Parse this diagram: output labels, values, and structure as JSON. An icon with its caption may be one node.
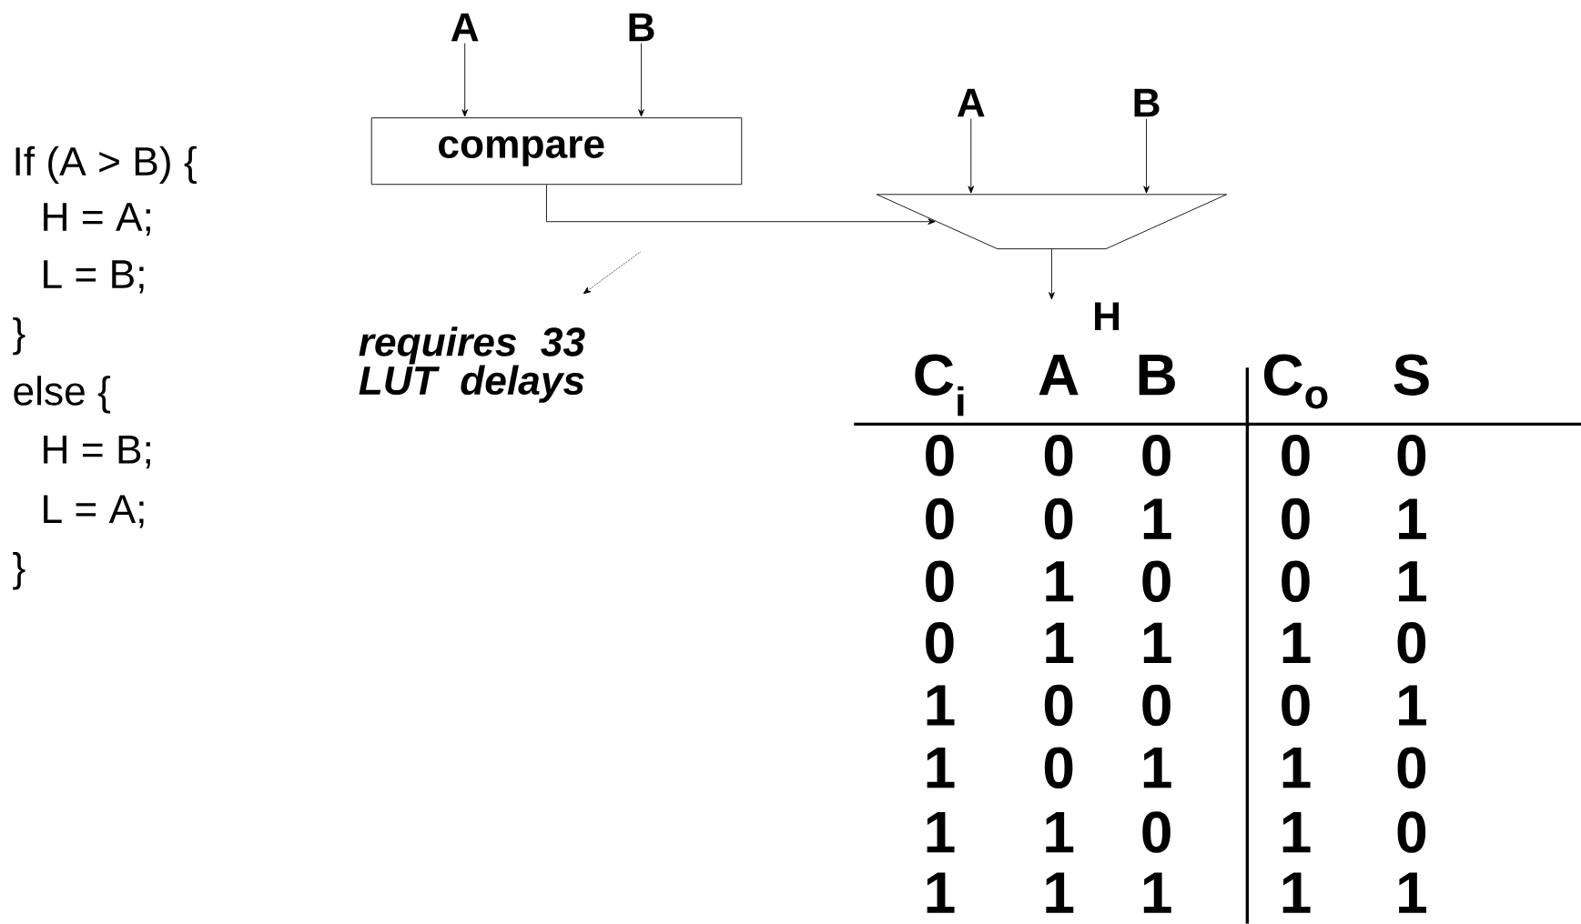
{
  "diagram": {
    "nodes": [
      {
        "text": [
          "A"
        ]
      },
      {
        "text": [
          "B"
        ]
      },
      {
        "text": [
          "compare"
        ]
      },
      {
        "text": [
          "A"
        ]
      },
      {
        "text": [
          "B"
        ]
      },
      {
        "text": [],
        "shape": "trapezoid"
      },
      {
        "text": [
          "H"
        ]
      },
      {
        "text": [
          "requires 33 LUT delays"
        ]
      }
    ],
    "edges": [
      {
        "from": 0,
        "to": 2,
        "arrow": "to"
      },
      {
        "from": 1,
        "to": 2,
        "arrow": "to"
      },
      {
        "from": 2,
        "to": 5,
        "arrow": "to"
      },
      {
        "from": 3,
        "to": 5,
        "arrow": "to"
      },
      {
        "from": 4,
        "to": 5,
        "arrow": "to"
      },
      {
        "from": 5,
        "to": 6,
        "arrow": "to"
      },
      {
        "from": null,
        "to": 7,
        "arrow": "to",
        "style": "dashed"
      }
    ],
    "labels": [
      "If (A > B) {",
      "H = A;",
      "L = B;",
      "}",
      "else {",
      "H = B;",
      "L = A;",
      "}",
      "C$_{i}$",
      "A",
      "B",
      "C$_{o}$",
      "S",
      "0",
      "0",
      "0",
      "0",
      "0",
      "0",
      "0",
      "1",
      "0",
      "1",
      "0",
      "1",
      "0",
      "0",
      "1",
      "0",
      "1",
      "1",
      "1",
      "0",
      "1",
      "0",
      "0",
      "0",
      "1",
      "1",
      "0",
      "1",
      "1",
      "0",
      "1",
      "1",
      "0",
      "1",
      "0",
      "1",
      "1",
      "1",
      "1",
      "1"
    ]
  }
}
